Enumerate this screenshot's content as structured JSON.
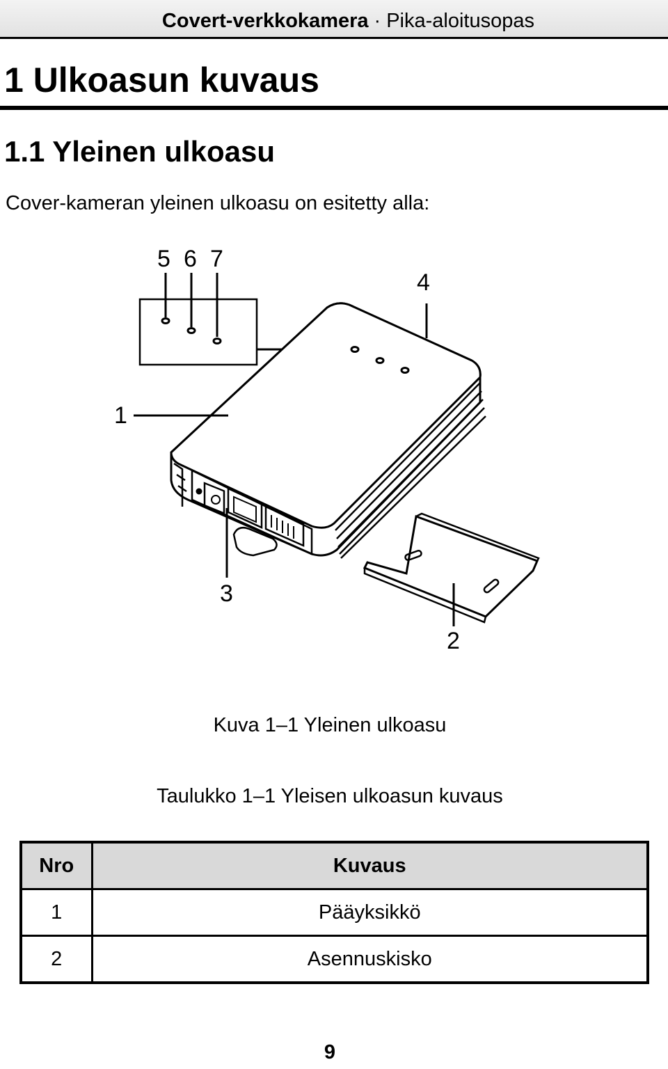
{
  "header": {
    "doc_title": "Covert-verkkokamera",
    "separator": "·",
    "doc_subtitle": "Pika-aloitusopas"
  },
  "section": {
    "heading": "1 Ulkoasun kuvaus",
    "subheading": "1.1 Yleinen ulkoasu",
    "intro": "Cover-kameran yleinen ulkoasu on esitetty alla:"
  },
  "figure": {
    "callouts": {
      "n1": "1",
      "n2": "2",
      "n3": "3",
      "n4": "4",
      "n5": "5",
      "n6": "6",
      "n7": "7"
    },
    "caption": "Kuva 1–1 Yleinen ulkoasu"
  },
  "table": {
    "caption": "Taulukko 1–1 Yleisen ulkoasun kuvaus",
    "headers": [
      "Nro",
      "Kuvaus"
    ],
    "rows": [
      [
        "1",
        "Pääyksikkö"
      ],
      [
        "2",
        "Asennuskisko"
      ]
    ]
  },
  "footer": {
    "page_number": "9"
  }
}
